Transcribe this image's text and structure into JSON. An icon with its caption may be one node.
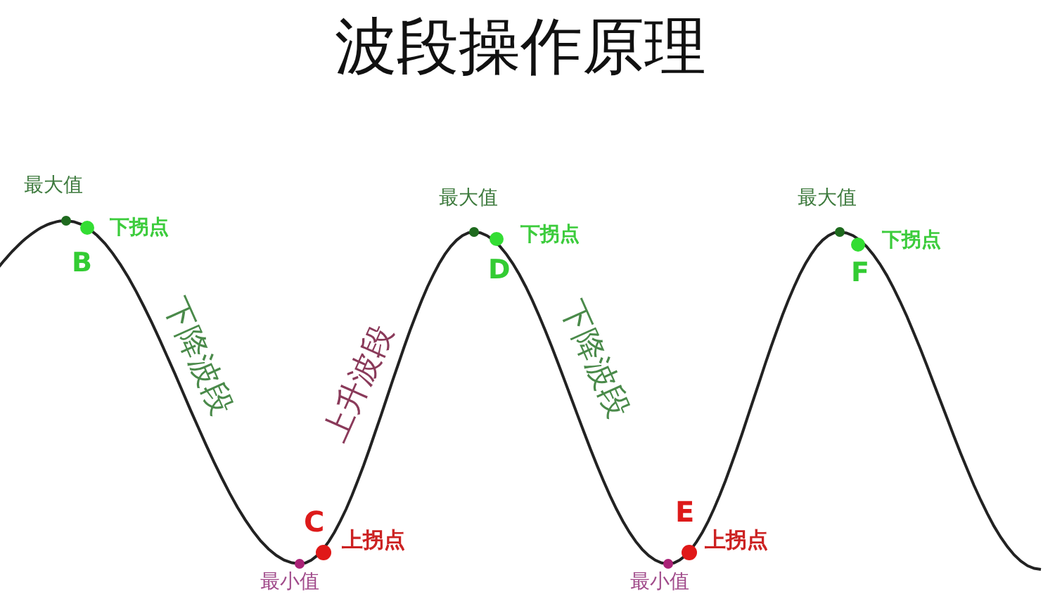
{
  "diagram": {
    "title": "波段操作原理",
    "labels": [
      "最大值",
      "下拐点",
      "B",
      "最大值",
      "下拐点",
      "D",
      "最大值",
      "下拐点",
      "F",
      "下降波段",
      "上升波段",
      "下降波段",
      "C",
      "上拐点",
      "E",
      "上拐点",
      "最小值",
      "最小值"
    ]
  }
}
